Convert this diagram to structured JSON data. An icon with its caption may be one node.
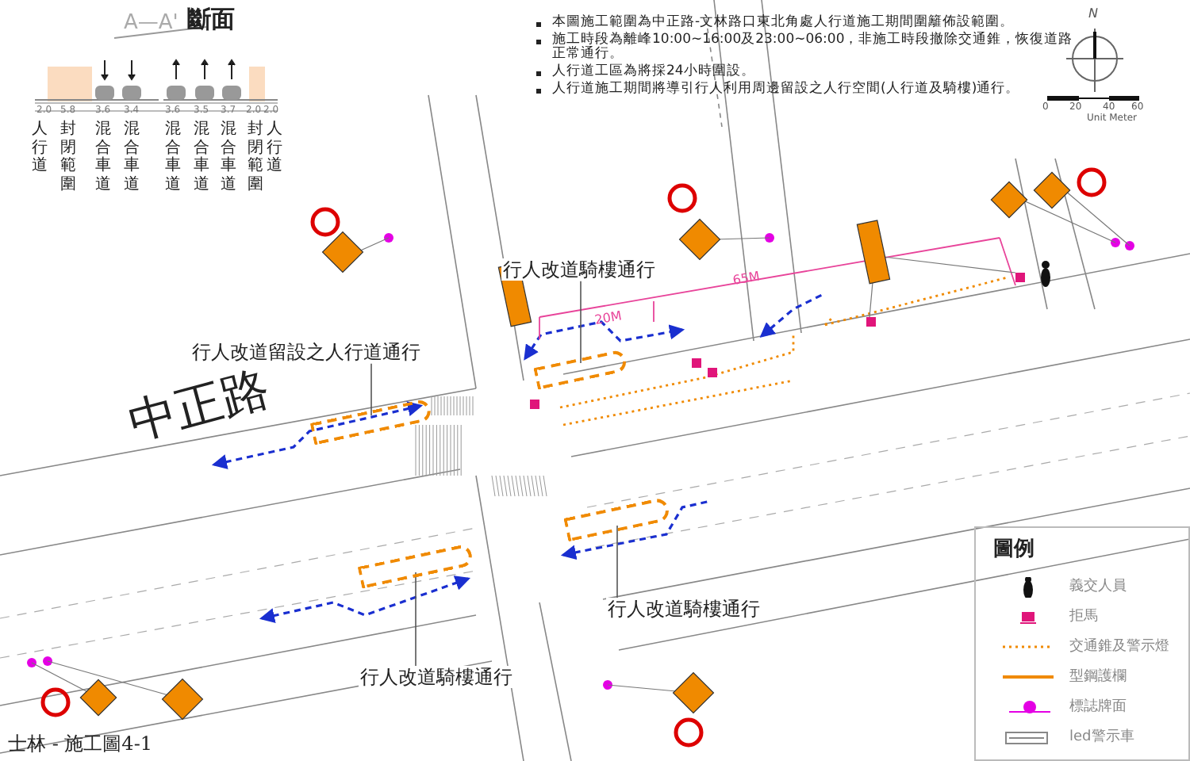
{
  "diagram": {
    "nodes": [
      {
        "text": [
          "行人改道騎樓通行"
        ]
      },
      {
        "text": [],
        "shape": "bar"
      },
      {
        "text": [
          "行人改道留設之人行道通行"
        ]
      },
      {
        "text": [],
        "shape": "bar"
      },
      {
        "text": [
          "行人改道騎樓通行"
        ]
      },
      {
        "text": [],
        "shape": "bar"
      },
      {
        "text": [
          "行人改道騎樓通行"
        ]
      },
      {
        "text": [],
        "shape": "bar"
      }
    ],
    "edges": [
      {
        "from": 0,
        "to": 1,
        "arrow": "none"
      },
      {
        "from": 2,
        "to": 3,
        "arrow": "none"
      },
      {
        "from": 4,
        "to": 5,
        "arrow": "none"
      },
      {
        "from": 6,
        "to": 7,
        "arrow": "none"
      }
    ],
    "labels": [
      "A—A'",
      "斷面",
      "2.0",
      "5.8",
      "3.6",
      "3.4",
      "3.6",
      "3.5",
      "3.7",
      "2.0",
      "2.0",
      "人行道",
      "封閉範圍",
      "混合車道",
      "混合車道",
      "混合車道",
      "混合車道",
      "混合車道",
      "封閉範圍",
      "人行道",
      "本圖施工範圍為中正路-文林路口東北角處人行道施工期間圍籬佈設範圍。",
      "施工時段為離峰10:00~16:00及23:00~06:00，非施工時段撤除交通錐，恢復道路正常通行。",
      "人行道工區為將採24小時圍設。",
      "人行道施工期間將導引行人利用周邊留設之人行空間(人行道及騎樓)通行。",
      "N",
      "0",
      "20",
      "40",
      "60",
      "Unit Meter",
      "中正路",
      "20M",
      "65M",
      "圖例",
      "士林 - 施工圖4-1"
    ],
    "legend": [
      {
        "text": "義交人員"
      },
      {
        "text": "拒馬"
      },
      {
        "text": "交通錐及警示燈"
      },
      {
        "text": "型鋼護欄"
      },
      {
        "text": "標誌牌面"
      },
      {
        "text": "led警示車"
      }
    ]
  }
}
